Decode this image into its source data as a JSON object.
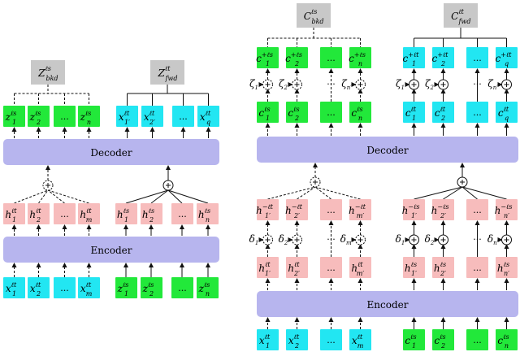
{
  "colors": {
    "green": "#22e83a",
    "cyan": "#22e6f2",
    "pink": "#f7bcbc",
    "lavender": "#b7b5ee",
    "grey": "#c8c8c8",
    "line": "#111111"
  },
  "left": {
    "top_bkd": {
      "base": "Z",
      "sup": "ℓs",
      "sub": "bkd"
    },
    "top_fwd": {
      "base": "Z",
      "sup": "ℓt",
      "sub": "fwd"
    },
    "row1_green": [
      {
        "base": "z",
        "sub": "1",
        "sup": "ℓs"
      },
      {
        "base": "z",
        "sub": "2",
        "sup": "ℓs"
      },
      {
        "base": "...",
        "sub": "",
        "sup": ""
      },
      {
        "base": "z",
        "sub": "n",
        "sup": "ℓs"
      }
    ],
    "row1_cyan": [
      {
        "base": "x",
        "sub": "1′",
        "sup": "ℓt"
      },
      {
        "base": "x",
        "sub": "2′",
        "sup": "ℓt"
      },
      {
        "base": "...",
        "sub": "",
        "sup": ""
      },
      {
        "base": "x",
        "sub": "q",
        "sup": "ℓt"
      }
    ],
    "decoder_label": "Decoder",
    "row2_pink_a": [
      {
        "base": "h",
        "sub": "1",
        "sup": "ℓt"
      },
      {
        "base": "h",
        "sub": "2",
        "sup": "ℓt"
      },
      {
        "base": "...",
        "sub": "",
        "sup": ""
      },
      {
        "base": "h",
        "sub": "m",
        "sup": "ℓt"
      }
    ],
    "row2_pink_b": [
      {
        "base": "h",
        "sub": "1",
        "sup": "ℓs"
      },
      {
        "base": "h",
        "sub": "2",
        "sup": "ℓs"
      },
      {
        "base": "...",
        "sub": "",
        "sup": ""
      },
      {
        "base": "h",
        "sub": "n",
        "sup": "ℓs"
      }
    ],
    "encoder_label": "Encoder",
    "row3_cyan": [
      {
        "base": "x",
        "sub": "1",
        "sup": "ℓt"
      },
      {
        "base": "x",
        "sub": "2",
        "sup": "ℓt"
      },
      {
        "base": "...",
        "sub": "",
        "sup": ""
      },
      {
        "base": "x",
        "sub": "m",
        "sup": "ℓt"
      }
    ],
    "row3_green": [
      {
        "base": "z",
        "sub": "1",
        "sup": "ℓs"
      },
      {
        "base": "z",
        "sub": "2",
        "sup": "ℓs"
      },
      {
        "base": "...",
        "sub": "",
        "sup": ""
      },
      {
        "base": "z",
        "sub": "n",
        "sup": "ℓs"
      }
    ]
  },
  "right": {
    "top_bkd": {
      "base": "C",
      "sup": "ℓs",
      "sub": "bkd"
    },
    "top_fwd": {
      "base": "C",
      "sup": "ℓt",
      "sub": "fwd"
    },
    "plus_green": [
      {
        "base": "c",
        "sub": "1",
        "sup": "+ℓs"
      },
      {
        "base": "c",
        "sub": "2",
        "sup": "+ℓs"
      },
      {
        "base": "...",
        "sub": "",
        "sup": ""
      },
      {
        "base": "c",
        "sub": "n",
        "sup": "+ℓs"
      }
    ],
    "plus_cyan": [
      {
        "base": "c",
        "sub": "1",
        "sup": "+ℓt"
      },
      {
        "base": "c",
        "sub": "2",
        "sup": "+ℓt"
      },
      {
        "base": "...",
        "sub": "",
        "sup": ""
      },
      {
        "base": "c",
        "sub": "q",
        "sup": "+ℓt"
      }
    ],
    "zeta_a": [
      {
        "base": "ζ",
        "sub": "1"
      },
      {
        "base": "ζ",
        "sub": "2"
      },
      {
        "base": "ζ",
        "sub": "n′"
      }
    ],
    "zeta_b": [
      {
        "base": "ζ",
        "sub": "1"
      },
      {
        "base": "ζ",
        "sub": "2"
      },
      {
        "base": "ζ",
        "sub": "n′"
      }
    ],
    "base_green": [
      {
        "base": "c",
        "sub": "1",
        "sup": "ℓs"
      },
      {
        "base": "c",
        "sub": "2",
        "sup": "ℓs"
      },
      {
        "base": "...",
        "sub": "",
        "sup": ""
      },
      {
        "base": "c",
        "sub": "n",
        "sup": "ℓs"
      }
    ],
    "base_cyan": [
      {
        "base": "c",
        "sub": "1",
        "sup": "ℓt"
      },
      {
        "base": "c",
        "sub": "2",
        "sup": "ℓt"
      },
      {
        "base": "...",
        "sub": "",
        "sup": ""
      },
      {
        "base": "c",
        "sub": "q",
        "sup": "ℓt"
      }
    ],
    "decoder_label": "Decoder",
    "minus_pink_a": [
      {
        "base": "h",
        "sub": "1′",
        "sup": "−ℓt"
      },
      {
        "base": "h",
        "sub": "2′",
        "sup": "−ℓt"
      },
      {
        "base": "...",
        "sub": "",
        "sup": ""
      },
      {
        "base": "h",
        "sub": "m′",
        "sup": "−ℓt"
      }
    ],
    "minus_pink_b": [
      {
        "base": "h",
        "sub": "1′",
        "sup": "−ℓs"
      },
      {
        "base": "h",
        "sub": "2′",
        "sup": "−ℓs"
      },
      {
        "base": "...",
        "sub": "",
        "sup": ""
      },
      {
        "base": "h",
        "sub": "n′",
        "sup": "−ℓs"
      }
    ],
    "delta_a": [
      {
        "base": "δ",
        "sub": "1"
      },
      {
        "base": "δ",
        "sub": "2"
      },
      {
        "base": "δ",
        "sub": "m′"
      }
    ],
    "delta_b": [
      {
        "base": "δ",
        "sub": "1"
      },
      {
        "base": "δ",
        "sub": "2"
      },
      {
        "base": "δ",
        "sub": "n′"
      }
    ],
    "h_pink_a": [
      {
        "base": "h",
        "sub": "1′",
        "sup": "ℓt"
      },
      {
        "base": "h",
        "sub": "2′",
        "sup": "ℓt"
      },
      {
        "base": "...",
        "sub": "",
        "sup": ""
      },
      {
        "base": "h",
        "sub": "m′",
        "sup": "ℓt"
      }
    ],
    "h_pink_b": [
      {
        "base": "h",
        "sub": "1′",
        "sup": "ℓs"
      },
      {
        "base": "h",
        "sub": "2′",
        "sup": "ℓs"
      },
      {
        "base": "...",
        "sub": "",
        "sup": ""
      },
      {
        "base": "h",
        "sub": "n′",
        "sup": "ℓs"
      }
    ],
    "encoder_label": "Encoder",
    "in_cyan": [
      {
        "base": "x",
        "sub": "1",
        "sup": "ℓt"
      },
      {
        "base": "x",
        "sub": "2",
        "sup": "ℓt"
      },
      {
        "base": "...",
        "sub": "",
        "sup": ""
      },
      {
        "base": "x",
        "sub": "m",
        "sup": "ℓt"
      }
    ],
    "in_green": [
      {
        "base": "c",
        "sub": "1",
        "sup": "ℓs"
      },
      {
        "base": "c",
        "sub": "2",
        "sup": "ℓs"
      },
      {
        "base": "...",
        "sub": "",
        "sup": ""
      },
      {
        "base": "c",
        "sub": "n",
        "sup": "ℓs"
      }
    ]
  }
}
